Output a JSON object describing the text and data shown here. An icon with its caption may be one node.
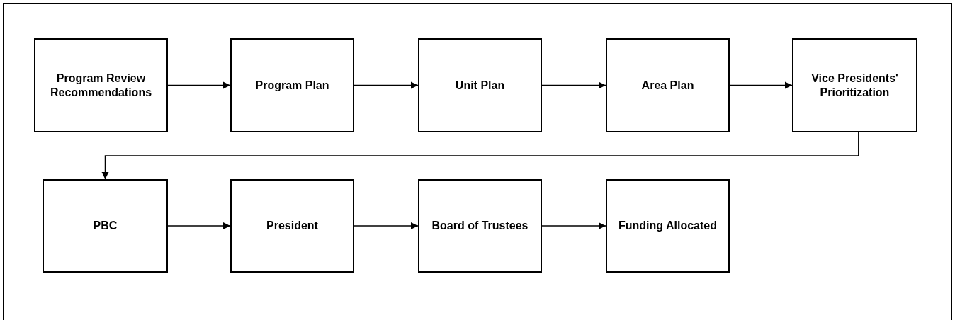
{
  "diagram": {
    "nodes": [
      {
        "text": [
          "Program Review Recommendations"
        ]
      },
      {
        "text": [
          "Program Plan"
        ]
      },
      {
        "text": [
          "Unit Plan"
        ]
      },
      {
        "text": [
          "Area Plan"
        ]
      },
      {
        "text": [
          "Vice Presidents' Prioritization"
        ]
      },
      {
        "text": [
          "PBC"
        ]
      },
      {
        "text": [
          "President"
        ]
      },
      {
        "text": [
          "Board of Trustees"
        ]
      },
      {
        "text": [
          "Funding Allocated"
        ]
      }
    ],
    "edges": [
      {
        "from": 0,
        "to": 1,
        "arrow": "to"
      },
      {
        "from": 1,
        "to": 2,
        "arrow": "to"
      },
      {
        "from": 2,
        "to": 3,
        "arrow": "to"
      },
      {
        "from": 3,
        "to": 4,
        "arrow": "to"
      },
      {
        "from": 4,
        "to": 5,
        "arrow": "to"
      },
      {
        "from": 5,
        "to": 6,
        "arrow": "to"
      },
      {
        "from": 6,
        "to": 7,
        "arrow": "to"
      },
      {
        "from": 7,
        "to": 8,
        "arrow": "to"
      }
    ]
  }
}
